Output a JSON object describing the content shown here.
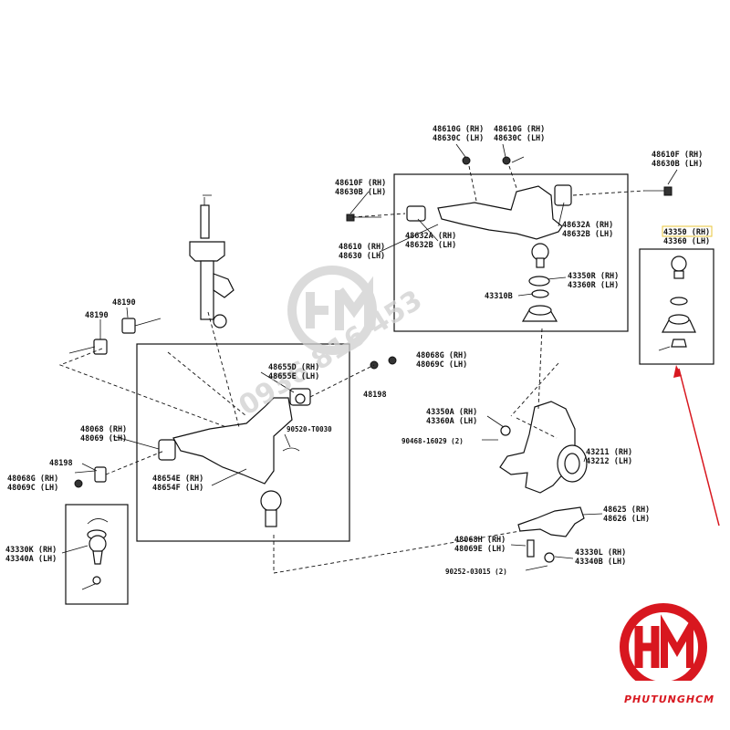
{
  "labels": {
    "l48610g": "48610G (RH)",
    "l48630c_a": "48630C (LH)",
    "l48610g_b": "48610G (RH)",
    "l48630c_b": "48630C (LH)",
    "l48610f_r": "48610F (RH)",
    "l48630b_r": "48630B (LH)",
    "l48610f_l": "48610F (RH)",
    "l48630b_l": "48630B (LH)",
    "l48632a_l": "48632A (RH)",
    "l48632b_l": "48632B (LH)",
    "l48632a_r": "48632A (RH)",
    "l48632b_r": "48632B (LH)",
    "l48610": "48610 (RH)",
    "l48630": "48630 (LH)",
    "l43350_top": "43350 (RH)",
    "l43360_top": "43360 (LH)",
    "l43350r": "43350R (RH)",
    "l43360r": "43360R (LH)",
    "l43310b": "43310B",
    "l48190a": "48190",
    "l48190b": "48190",
    "l48655d": "48655D (RH)",
    "l48655e": "48655E (LH)",
    "l48068g_mid": "48068G (RH)",
    "l48069c_mid": "48069C (LH)",
    "l48198_mid": "48198",
    "l48068": "48068 (RH)",
    "l48069": "48069 (LH)",
    "l90520": "90520-T0030",
    "l48198_left": "48198",
    "l48068g_left": "48068G (RH)",
    "l48069c_left": "48069C (LH)",
    "l48654e": "48654E (RH)",
    "l48654f": "48654F (LH)",
    "l43350a": "43350A (RH)",
    "l43360a": "43360A (LH)",
    "l90468": "90468-16029 (2)",
    "l43211": "43211 (RH)",
    "l43212": "43212 (LH)",
    "l48625": "48625 (RH)",
    "l48626": "48626 (LH)",
    "l48068h": "48068H (RH)",
    "l48069e": "48069E (LH)",
    "l43330l": "43330L (RH)",
    "l43340b": "43340B (LH)",
    "l90252": "90252-03015 (2)",
    "l43330k": "43330K (RH)",
    "l43340a": "43340A (LH)"
  },
  "watermark": {
    "phone": "0936 816 453"
  },
  "brand": {
    "logo_text": "HCM",
    "name": "PHUTUNGHCM"
  },
  "colors": {
    "accent": "#d8171f",
    "highlight": "#e8c63a",
    "ink": "#111111"
  },
  "icons": {
    "logo": "hcm-logo-icon",
    "pointer": "red-arrow-icon"
  }
}
